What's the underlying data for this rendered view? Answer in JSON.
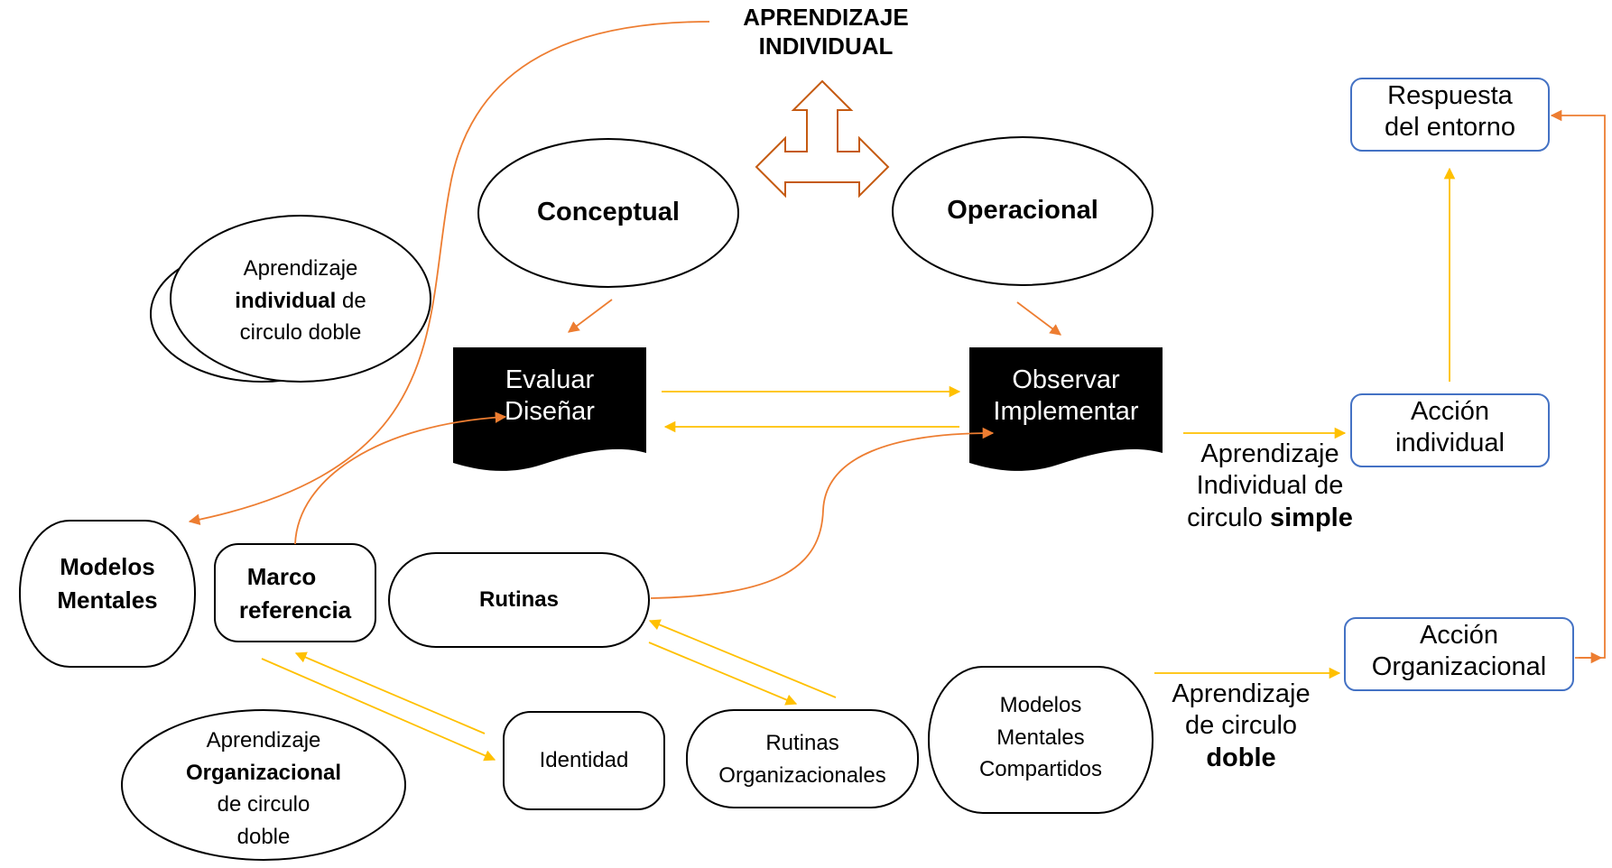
{
  "colors": {
    "orange": "#ED7D31",
    "yellow": "#FFC000",
    "blue": "#4472C4",
    "outline": "#000000",
    "fill_dark": "#000000",
    "text_light": "#FFFFFF"
  },
  "top": {
    "title_line1": "APRENDIZAJE",
    "title_line2": "INDIVIDUAL"
  },
  "ellipses": {
    "conceptual": "Conceptual",
    "operacional": "Operacional",
    "individual_doble": {
      "line1": "Aprendizaje",
      "line2_bold": "individual",
      "line2_rest": " de",
      "line3": "circulo doble"
    },
    "organizacional_doble": {
      "line1": "Aprendizaje",
      "line2_bold": "Organizacional",
      "line3": "de circulo",
      "line4": "doble"
    }
  },
  "documents": {
    "evaluar": {
      "line1": "Evaluar",
      "line2": "Diseñar"
    },
    "observar": {
      "line1": "Observar",
      "line2": "Implementar"
    }
  },
  "boxes": {
    "respuesta": {
      "line1": "Respuesta",
      "line2": "del entorno"
    },
    "accion_individual": {
      "line1": "Acción",
      "line2": "individual"
    },
    "accion_organizacional": {
      "line1": "Acción",
      "line2": "Organizacional"
    }
  },
  "rounded": {
    "modelos_mentales": {
      "line1": "Modelos",
      "line2": "Mentales"
    },
    "marco_referencia": {
      "line1": "Marco",
      "line2": "referencia"
    },
    "rutinas": "Rutinas",
    "identidad": "Identidad",
    "rutinas_org": {
      "line1": "Rutinas",
      "line2": "Organizacionales"
    },
    "modelos_compartidos": {
      "line1": "Modelos",
      "line2": "Mentales",
      "line3": "Compartidos"
    }
  },
  "labels": {
    "simple": {
      "line1": "Aprendizaje",
      "line2": "Individual de",
      "line3_rest": "circulo ",
      "line3_bold": "simple"
    },
    "doble": {
      "line1": "Aprendizaje",
      "line2": "de circulo",
      "line3_bold": "doble"
    }
  }
}
